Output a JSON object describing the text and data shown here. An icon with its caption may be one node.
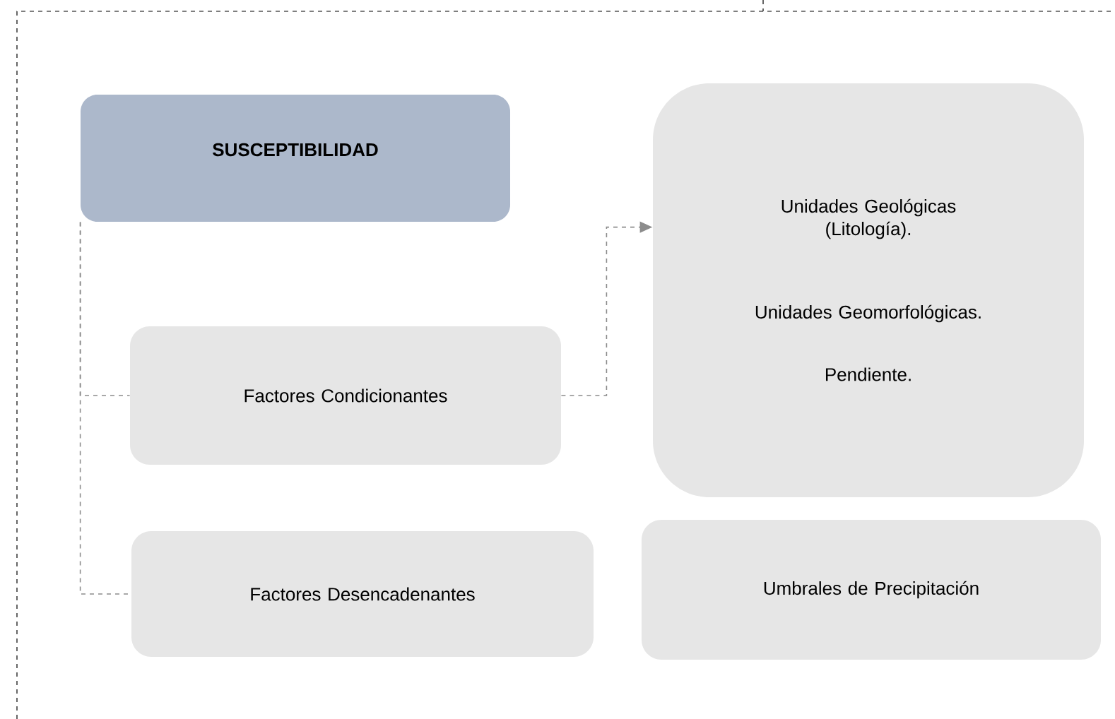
{
  "diagram": {
    "nodes": [
      {
        "text": [
          "SUSCEPTIBILIDAD"
        ]
      },
      {
        "text": [
          "Factores Condicionantes"
        ]
      },
      {
        "text": [
          "Factores Desencadenantes"
        ]
      },
      {
        "text": [
          "Unidades Geológicas (Litología).",
          "Unidades Geomorfológicas.",
          "Pendiente."
        ]
      },
      {
        "text": [
          "Umbrales de Precipitación"
        ]
      }
    ],
    "edges": [
      {
        "from": 0,
        "to": 1,
        "arrow": "none",
        "style": "dashed"
      },
      {
        "from": 0,
        "to": 2,
        "arrow": "none",
        "style": "dashed"
      },
      {
        "from": 1,
        "to": 3,
        "arrow": "to",
        "style": "dashed"
      }
    ]
  }
}
